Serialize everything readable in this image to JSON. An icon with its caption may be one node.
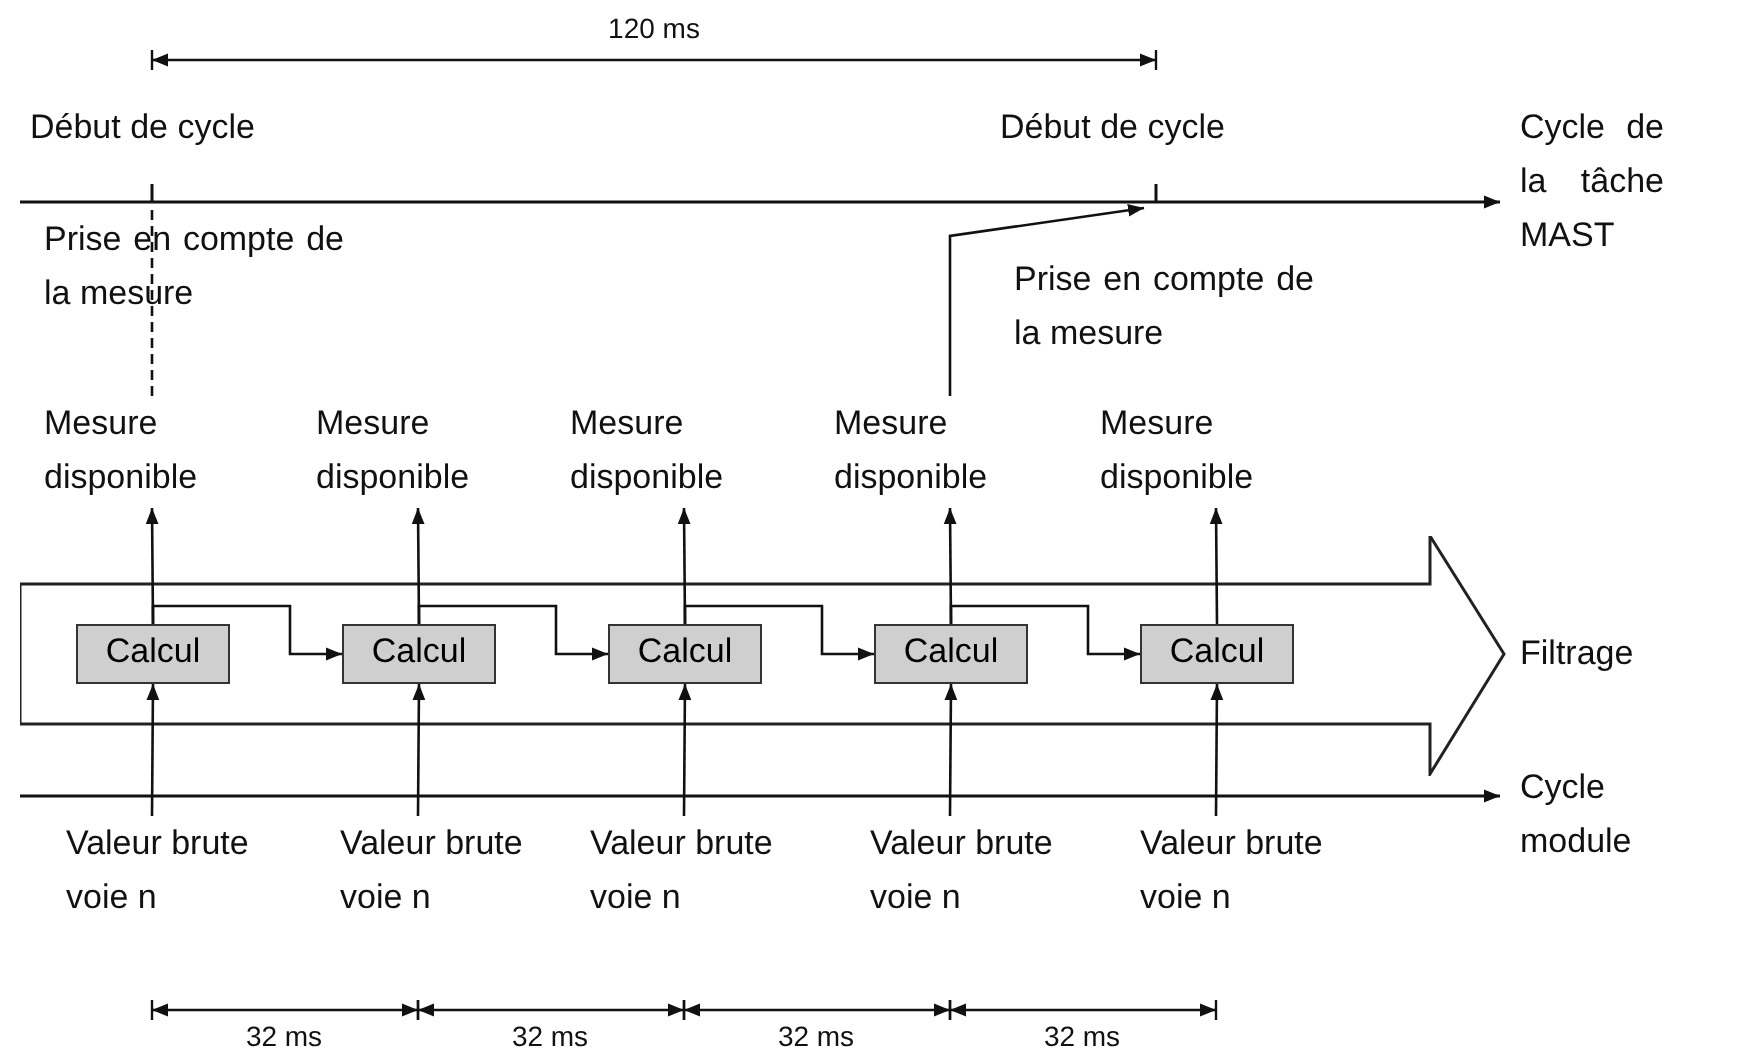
{
  "diagram": {
    "nodes": [
      {
        "text": [
          "Mesure disponible"
        ]
      },
      {
        "text": [
          "Mesure disponible"
        ]
      },
      {
        "text": [
          "Mesure disponible"
        ]
      },
      {
        "text": [
          "Mesure disponible"
        ]
      },
      {
        "text": [
          "Mesure disponible"
        ]
      },
      {
        "text": [
          "Filtrage"
        ]
      },
      {
        "text": [
          "Calcul"
        ],
        "in": 5
      },
      {
        "text": [
          "Calcul"
        ],
        "in": 5
      },
      {
        "text": [
          "Calcul"
        ],
        "in": 5
      },
      {
        "text": [
          "Calcul"
        ],
        "in": 5
      },
      {
        "text": [
          "Calcul"
        ],
        "in": 5
      },
      {
        "text": [
          "Valeur brute voie n"
        ]
      },
      {
        "text": [
          "Valeur brute voie n"
        ]
      },
      {
        "text": [
          "Valeur brute voie n"
        ]
      },
      {
        "text": [
          "Valeur brute voie n"
        ]
      },
      {
        "text": [
          "Valeur brute voie n"
        ]
      }
    ],
    "edges": [
      {
        "from": 11,
        "to": 6,
        "arrow": "to"
      },
      {
        "from": 6,
        "to": 0,
        "arrow": "to"
      },
      {
        "from": 6,
        "to": 7,
        "arrow": "to"
      },
      {
        "from": 12,
        "to": 7,
        "arrow": "to"
      },
      {
        "from": 7,
        "to": 1,
        "arrow": "to"
      },
      {
        "from": 7,
        "to": 8,
        "arrow": "to"
      },
      {
        "from": 13,
        "to": 8,
        "arrow": "to"
      },
      {
        "from": 8,
        "to": 2,
        "arrow": "to"
      },
      {
        "from": 8,
        "to": 9,
        "arrow": "to"
      },
      {
        "from": 14,
        "to": 9,
        "arrow": "to"
      },
      {
        "from": 9,
        "to": 3,
        "arrow": "to"
      },
      {
        "from": 9,
        "to": 10,
        "arrow": "to"
      },
      {
        "from": 15,
        "to": 10,
        "arrow": "to"
      },
      {
        "from": 10,
        "to": 4,
        "arrow": "to"
      },
      {
        "from": 0,
        "to": null,
        "arrow": "none",
        "style": "dashed"
      },
      {
        "from": 3,
        "to": null,
        "arrow": "to"
      }
    ],
    "labels": [
      "120 ms",
      "Début de cycle",
      "Début de cycle",
      "Cycle de la tâche MAST",
      "Prise en compte de la mesure",
      "Prise en compte de la mesure",
      "Cycle module",
      "32 ms",
      "32 ms",
      "32 ms",
      "32 ms"
    ]
  }
}
